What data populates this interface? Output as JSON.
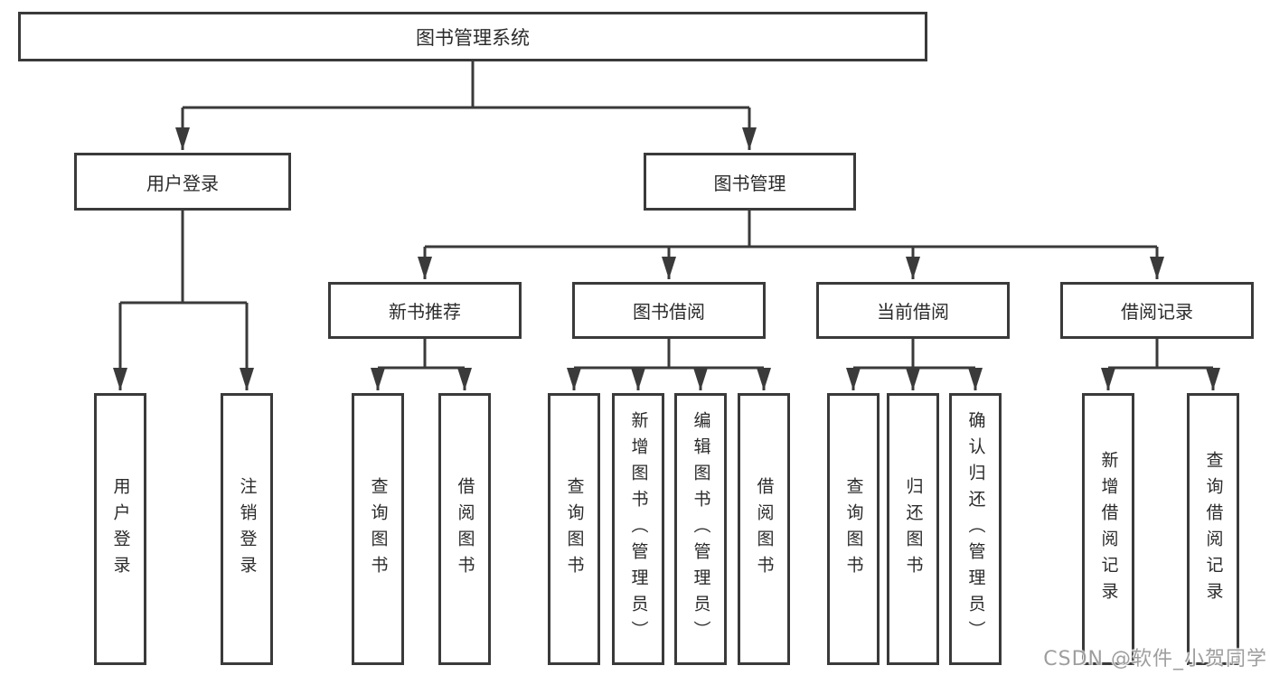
{
  "root": {
    "label": "图书管理系统"
  },
  "level2": [
    {
      "label": "用户登录"
    },
    {
      "label": "图书管理"
    }
  ],
  "level3": [
    {
      "label": "新书推荐"
    },
    {
      "label": "图书借阅"
    },
    {
      "label": "当前借阅"
    },
    {
      "label": "借阅记录"
    }
  ],
  "leaves": [
    {
      "label": "用户登录"
    },
    {
      "label": "注销登录"
    },
    {
      "label": "查询图书"
    },
    {
      "label": "借阅图书"
    },
    {
      "label": "查询图书"
    },
    {
      "label": "新增图书（管理员）"
    },
    {
      "label": "编辑图书（管理员）"
    },
    {
      "label": "借阅图书"
    },
    {
      "label": "查询图书"
    },
    {
      "label": "归还图书"
    },
    {
      "label": "确认归还（管理员）"
    },
    {
      "label": "新增借阅记录"
    },
    {
      "label": "查询借阅记录"
    }
  ],
  "watermark": "CSDN @软件_小贺同学",
  "colors": {
    "line": "#3a3a3a",
    "text": "#2b2b2b",
    "watermark": "#9e9e9e",
    "background": "#ffffff"
  }
}
